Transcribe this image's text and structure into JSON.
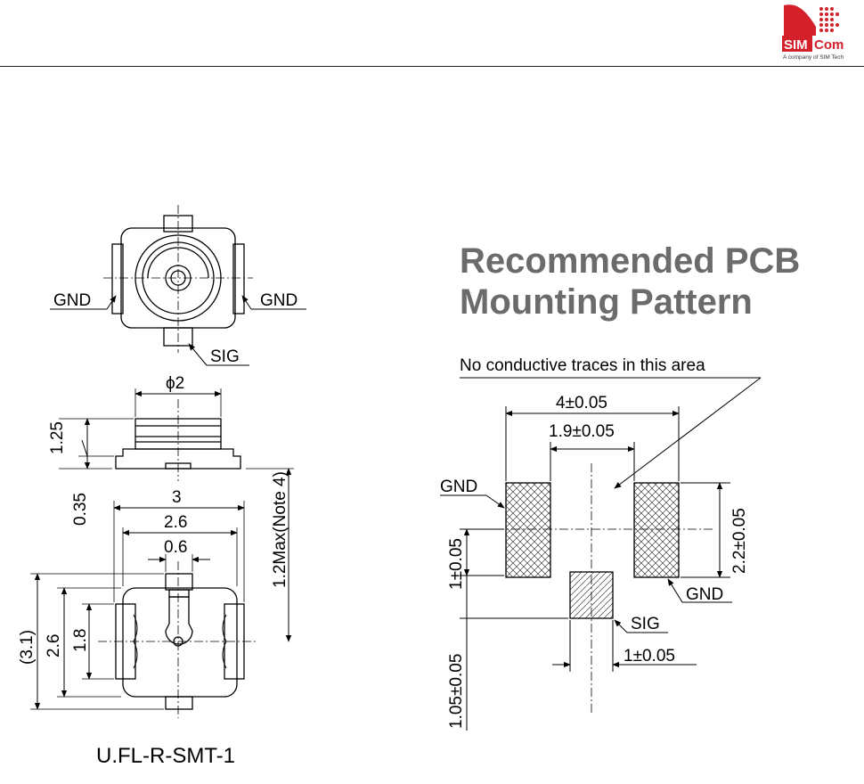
{
  "logo": {
    "brand_left": "SIM",
    "brand_right": "Com",
    "tagline": "A company of SIM Tech",
    "accent_color": "#d3202b"
  },
  "connector": {
    "top_view": {
      "label_left": "GND",
      "label_right": "GND",
      "label_bottom": "SIG"
    },
    "side_view": {
      "dia": "ϕ2",
      "h1": "1.25",
      "h2": "0.35",
      "hmax": "1.2Max(Note 4)"
    },
    "bottom_view": {
      "w3": "3",
      "w26": "2.6",
      "w06": "0.6",
      "h31": "(3.1)",
      "h26": "2.6",
      "h18": "1.8"
    },
    "part_name": "U.FL-R-SMT-1"
  },
  "pcb": {
    "title_line1": "Recommended PCB",
    "title_line2": "Mounting Pattern",
    "note": "No conductive traces in this area",
    "dim_total_width": "4±0.05",
    "dim_gap": "1.9±0.05",
    "dim_pad_height": "2.2±0.05",
    "dim_offset": "1±0.05",
    "dim_sig_offset": "1.05±0.05",
    "dim_sig_width": "1±0.05",
    "label_gnd_left": "GND",
    "label_gnd_right": "GND",
    "label_sig": "SIG"
  }
}
